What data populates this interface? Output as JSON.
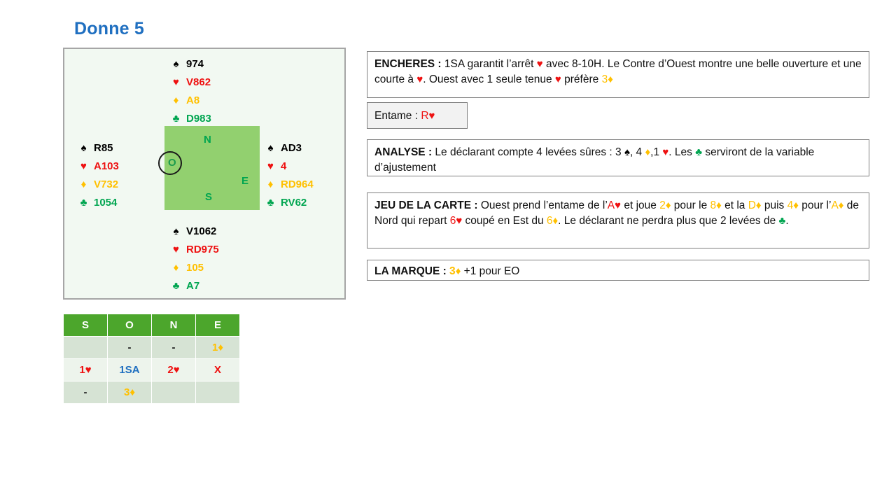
{
  "title": "Donne 5",
  "suits": {
    "spade": "♠",
    "heart": "♥",
    "diamond": "♦",
    "club": "♣"
  },
  "colors": {
    "title": "#1F6FC0",
    "spade": "#000000",
    "heart": "#EE1111",
    "diamond": "#FFC000",
    "club": "#00A550",
    "compass_fill": "#92D06F",
    "table_header": "#4CA62C",
    "diagram_bg": "#F2F9F2"
  },
  "hands": {
    "north": {
      "spades": "974",
      "hearts": "V862",
      "diamonds": "A8",
      "clubs": "D983"
    },
    "west": {
      "spades": "R85",
      "hearts": "A103",
      "diamonds": "V732",
      "clubs": "1054"
    },
    "east": {
      "spades": "AD3",
      "hearts": "4",
      "diamonds": "RD964",
      "clubs": "RV62"
    },
    "south": {
      "spades": "V1062",
      "hearts": "RD975",
      "diamonds": "105",
      "clubs": "A7"
    }
  },
  "compass": {
    "north": "N",
    "south": "S",
    "east": "E",
    "west": "O"
  },
  "bidding": {
    "headers": [
      "S",
      "O",
      "N",
      "E"
    ],
    "rows": [
      [
        {
          "text": "",
          "kind": "empty"
        },
        {
          "text": "-",
          "kind": "dash"
        },
        {
          "text": "-",
          "kind": "dash"
        },
        {
          "text": "1",
          "kind": "diamond"
        }
      ],
      [
        {
          "text": "1",
          "kind": "heart"
        },
        {
          "text": "1SA",
          "kind": "nt"
        },
        {
          "text": "2",
          "kind": "heart"
        },
        {
          "text": "X",
          "kind": "double"
        }
      ],
      [
        {
          "text": "-",
          "kind": "dash"
        },
        {
          "text": "3",
          "kind": "diamond"
        },
        {
          "text": "",
          "kind": "empty"
        },
        {
          "text": "",
          "kind": "empty"
        }
      ]
    ]
  },
  "panels": {
    "encheres": {
      "label": "ENCHERES :",
      "t1": " 1SA garantit l’arrêt ",
      "t2": " avec 8-10H. Le Contre d’Ouest montre une belle ouverture et une courte à ",
      "t3": ". Ouest avec 1 seule tenue ",
      "t4": " préfère ",
      "bid": "3"
    },
    "entame": {
      "label": "Entame : ",
      "card": "R"
    },
    "analyse": {
      "label": "ANALYSE :",
      "t1": " Le déclarant compte 4 levées sûres : 3 ",
      "t2": ", 4 ",
      "t3": ",1 ",
      "t4": ". Les ",
      "t5": " serviront de la variable d’ajustement"
    },
    "jeu": {
      "label": "JEU DE LA CARTE :",
      "t1": " Ouest prend l’entame de l’",
      "c1": "A",
      "t2": " et joue ",
      "c2": "2",
      "t3": " pour le ",
      "c3": "8",
      "t4": " et la ",
      "c4": "D",
      "t5": " puis ",
      "c5": "4",
      "t6": " pour l’",
      "c6": "A",
      "t7": " de Nord qui repart ",
      "c7": "6",
      "t8": " coupé en Est du ",
      "c8": "6",
      "t9": ". Le déclarant ne perdra plus que 2 levées de ",
      "t10": "."
    },
    "marque": {
      "label": "LA MARQUE :",
      "bid": " 3",
      "t1": " +1 pour EO"
    }
  }
}
